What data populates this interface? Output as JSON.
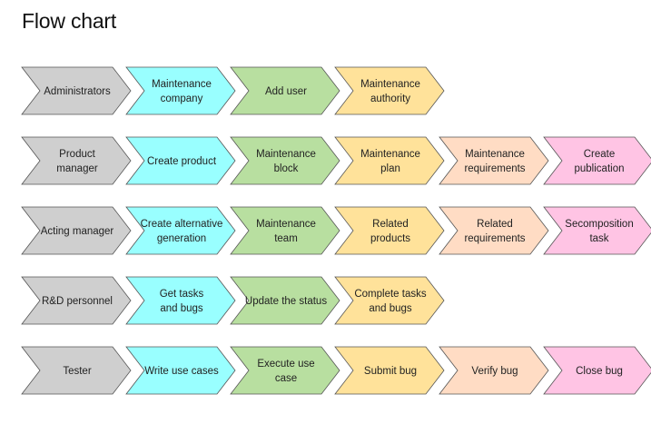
{
  "title": "Flow chart",
  "colors": {
    "gray": "#cfcfcf",
    "cyan": "#99ffff",
    "green": "#b8dfa0",
    "yellow": "#ffe29a",
    "peach": "#ffdcc4",
    "pink": "#ffc4e4",
    "stroke": "#555555"
  },
  "rows": [
    {
      "steps": [
        {
          "label": [
            "Administrators"
          ],
          "color": "gray"
        },
        {
          "label": [
            "Maintenance",
            "company"
          ],
          "color": "cyan"
        },
        {
          "label": [
            "Add user"
          ],
          "color": "green"
        },
        {
          "label": [
            "Maintenance",
            "authority"
          ],
          "color": "yellow"
        }
      ]
    },
    {
      "steps": [
        {
          "label": [
            "Product",
            "manager"
          ],
          "color": "gray"
        },
        {
          "label": [
            "Create product"
          ],
          "color": "cyan"
        },
        {
          "label": [
            "Maintenance",
            "block"
          ],
          "color": "green"
        },
        {
          "label": [
            "Maintenance",
            "plan"
          ],
          "color": "yellow"
        },
        {
          "label": [
            "Maintenance",
            "requirements"
          ],
          "color": "peach"
        },
        {
          "label": [
            "Create",
            "publication"
          ],
          "color": "pink"
        }
      ]
    },
    {
      "steps": [
        {
          "label": [
            "Acting manager"
          ],
          "color": "gray"
        },
        {
          "label": [
            "Create alternative",
            "generation"
          ],
          "color": "cyan"
        },
        {
          "label": [
            "Maintenance",
            "team"
          ],
          "color": "green"
        },
        {
          "label": [
            "Related",
            "products"
          ],
          "color": "yellow"
        },
        {
          "label": [
            "Related",
            "requirements"
          ],
          "color": "peach"
        },
        {
          "label": [
            "Secomposition",
            "task"
          ],
          "color": "pink"
        }
      ]
    },
    {
      "steps": [
        {
          "label": [
            "R&D personnel"
          ],
          "color": "gray"
        },
        {
          "label": [
            "Get tasks",
            "and bugs"
          ],
          "color": "cyan"
        },
        {
          "label": [
            "Update the status"
          ],
          "color": "green"
        },
        {
          "label": [
            "Complete tasks",
            "and bugs"
          ],
          "color": "yellow"
        }
      ]
    },
    {
      "steps": [
        {
          "label": [
            "Tester"
          ],
          "color": "gray"
        },
        {
          "label": [
            "Write use cases"
          ],
          "color": "cyan"
        },
        {
          "label": [
            "Execute use",
            "case"
          ],
          "color": "green"
        },
        {
          "label": [
            "Submit bug"
          ],
          "color": "yellow"
        },
        {
          "label": [
            "Verify bug"
          ],
          "color": "peach"
        },
        {
          "label": [
            "Close bug"
          ],
          "color": "pink"
        }
      ]
    }
  ]
}
